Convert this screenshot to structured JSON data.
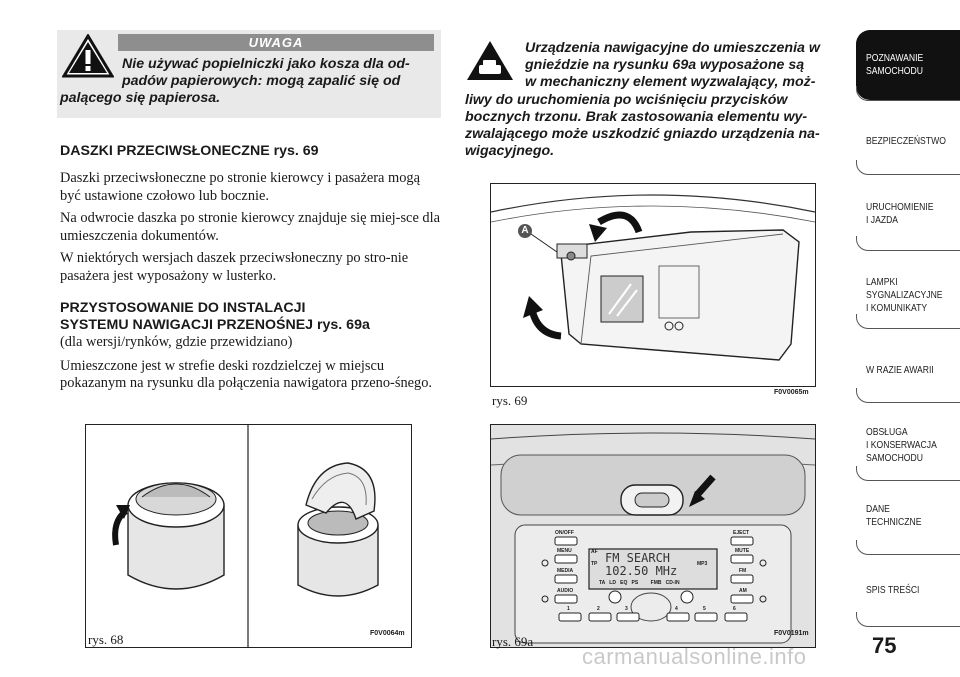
{
  "warning": {
    "title": "UWAGA",
    "line1": "Nie używać popielniczki jako kosza dla od-",
    "line2": "padów papierowych: mogą zapalić się od",
    "line3": "palącego się papierosa."
  },
  "section1": {
    "heading": "DASZKI PRZECIWSŁONECZNE rys. 69",
    "p1": "Daszki przeciwsłoneczne po stronie kierowcy i pasażera mogą być ustawione czołowo lub bocznie.",
    "p2": "Na odwrocie daszka po stronie kierowcy znajduje się miej-sce dla umieszczenia dokumentów.",
    "p3": "W niektórych wersjach daszek przeciwsłoneczny po stro-nie pasażera jest wyposażony w lusterko."
  },
  "section2": {
    "heading1": "PRZYSTOSOWANIE DO INSTALACJI",
    "heading2": "SYSTEMU NAWIGACJI PRZENOŚNEJ rys. 69a",
    "sub": "(dla wersji/rynków, gdzie przewidziano)",
    "p1": "Umieszczone jest w strefie deski rozdzielczej w miejscu pokazanym na rysunku dla połączenia nawigatora przeno-śnego."
  },
  "nav_note": {
    "line1": "Urządzenia nawigacyjne do umieszczenia w",
    "line2": "gnieździe na rysunku 69a wyposażone są",
    "line3": "w mechaniczny element wyzwalający, moż-",
    "rest": "liwy do uruchomienia po wciśnięciu przycisków bocznych trzonu. Brak zastosowania elementu wy-zwalającego może uszkodzić gniazdo urządzenia na-wigacyjnego."
  },
  "figures": {
    "fig68": {
      "caption": "rys. 68",
      "code": "F0V0064m"
    },
    "fig69": {
      "caption": "rys. 69",
      "code": "F0V0065m",
      "label_a": "A"
    },
    "fig69a": {
      "caption": "rys. 69a",
      "code": "F0V0191m",
      "display_line1": "FM  SEARCH",
      "display_line2": "102.50  MHz",
      "btn_onoff": "ON/OFF",
      "btn_eject": "EJECT",
      "btn_menu": "MENU",
      "btn_mute": "MUTE",
      "btn_media": "MEDIA",
      "btn_fm": "FM",
      "btn_audio": "AUDIO",
      "btn_am": "AM",
      "ind_af": "AF",
      "ind_tp": "TP",
      "ind_mp3": "MP3",
      "ind_row": "TA   LD   EQ   PS         FMB   CD-IN",
      "presets": [
        "1",
        "2",
        "3",
        "4",
        "5",
        "6"
      ]
    }
  },
  "sidebar": {
    "tabs": [
      {
        "l1": "POZNAWANIE",
        "l2": "SAMOCHODU",
        "l3": ""
      },
      {
        "l1": "BEZPIECZEŃSTWO",
        "l2": "",
        "l3": ""
      },
      {
        "l1": "URUCHOMIENIE",
        "l2": "I JAZDA",
        "l3": ""
      },
      {
        "l1": "LAMPKI",
        "l2": "SYGNALIZACYJNE",
        "l3": "I KOMUNIKATY"
      },
      {
        "l1": "W RAZIE AWARII",
        "l2": "",
        "l3": ""
      },
      {
        "l1": "OBSŁUGA",
        "l2": "I KONSERWACJA",
        "l3": "SAMOCHODU"
      },
      {
        "l1": "DANE",
        "l2": "TECHNICZNE",
        "l3": ""
      },
      {
        "l1": "SPIS TREŚCI",
        "l2": "",
        "l3": ""
      }
    ]
  },
  "page_number": "75",
  "watermark": "carmanualsonline.info"
}
